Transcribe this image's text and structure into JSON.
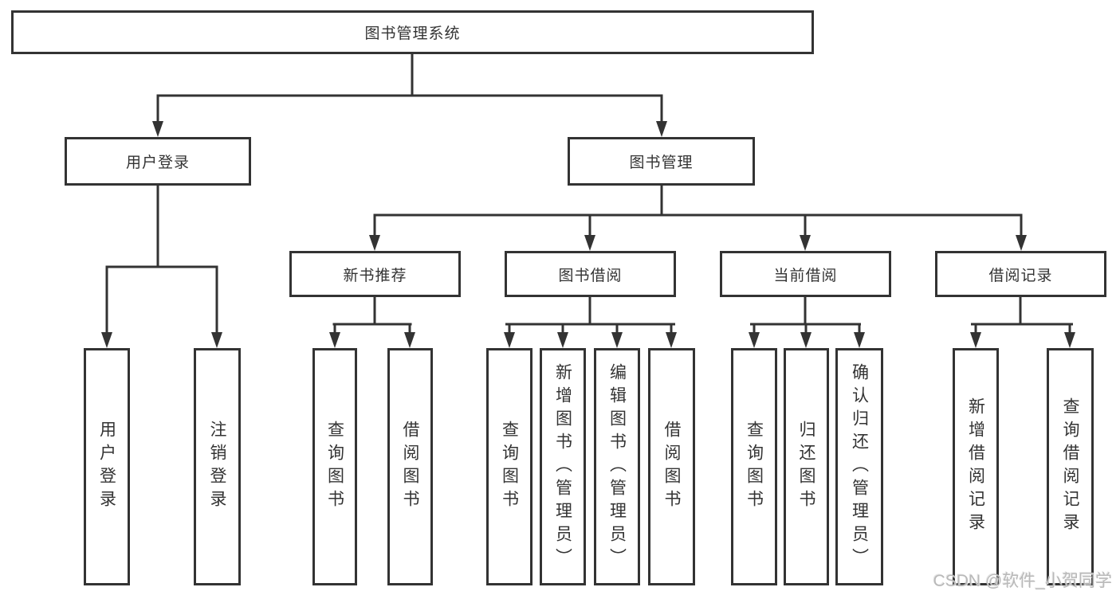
{
  "diagram": {
    "tree": {
      "root": {
        "label": "图书管理系统",
        "children": [
          {
            "label": "用户登录",
            "children": [
              {
                "label": "用户登录"
              },
              {
                "label": "注销登录"
              }
            ]
          },
          {
            "label": "图书管理",
            "children": [
              {
                "label": "新书推荐",
                "children": [
                  {
                    "label": "查询图书"
                  },
                  {
                    "label": "借阅图书"
                  }
                ]
              },
              {
                "label": "图书借阅",
                "children": [
                  {
                    "label": "查询图书"
                  },
                  {
                    "label": "新增图书（管理员）"
                  },
                  {
                    "label": "编辑图书（管理员）"
                  },
                  {
                    "label": "借阅图书"
                  }
                ]
              },
              {
                "label": "当前借阅",
                "children": [
                  {
                    "label": "查询图书"
                  },
                  {
                    "label": "归还图书"
                  },
                  {
                    "label": "确认归还（管理员）"
                  }
                ]
              },
              {
                "label": "借阅记录",
                "children": [
                  {
                    "label": "新增借阅记录"
                  },
                  {
                    "label": "查询借阅记录"
                  }
                ]
              }
            ]
          }
        ]
      }
    },
    "watermark": "CSDN @软件_小贺同学",
    "colors": {
      "line": "#333333",
      "text": "#333333",
      "box_fill": "#ffffff",
      "watermark": "#b9b9b9",
      "background": "#ffffff"
    }
  }
}
